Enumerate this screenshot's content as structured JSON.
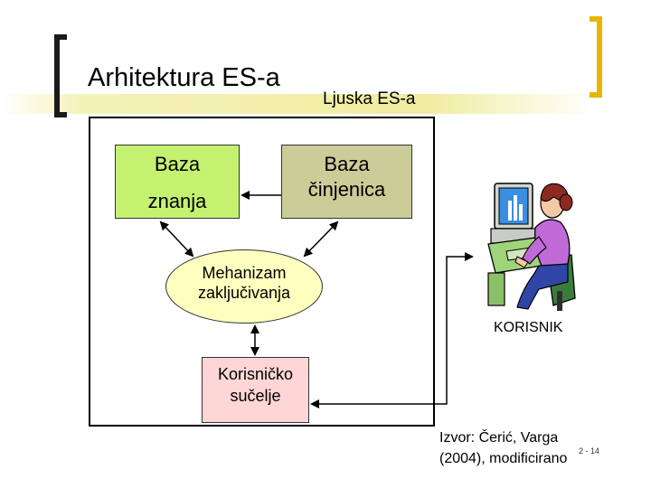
{
  "slide": {
    "title": "Arhitektura ES-a",
    "shell_label": "Ljuska ES-a",
    "page_number": "2 - 14"
  },
  "diagram": {
    "knowledge_base": {
      "line1": "Baza",
      "line2": "znanja",
      "color": "#c4f270"
    },
    "fact_base": {
      "line1": "Baza",
      "line2": "činjenica",
      "color": "#cccc99"
    },
    "inference_engine": {
      "line1": "Mehanizam",
      "line2": "zaključivanja",
      "color": "#ffffc0"
    },
    "user_interface": {
      "line1": "Korisničko",
      "line2": "sučelje",
      "color": "#ffd6d6"
    },
    "user": {
      "label": "KORISNIK",
      "icon": "person-at-computer-icon"
    }
  },
  "source": {
    "line1": "Izvor: Čerić, Varga",
    "line2": "(2004), modificirano"
  },
  "colors": {
    "bracket_left": "#1a1a1a",
    "bracket_right": "#e8b400",
    "title_band": "#f0eca0"
  }
}
